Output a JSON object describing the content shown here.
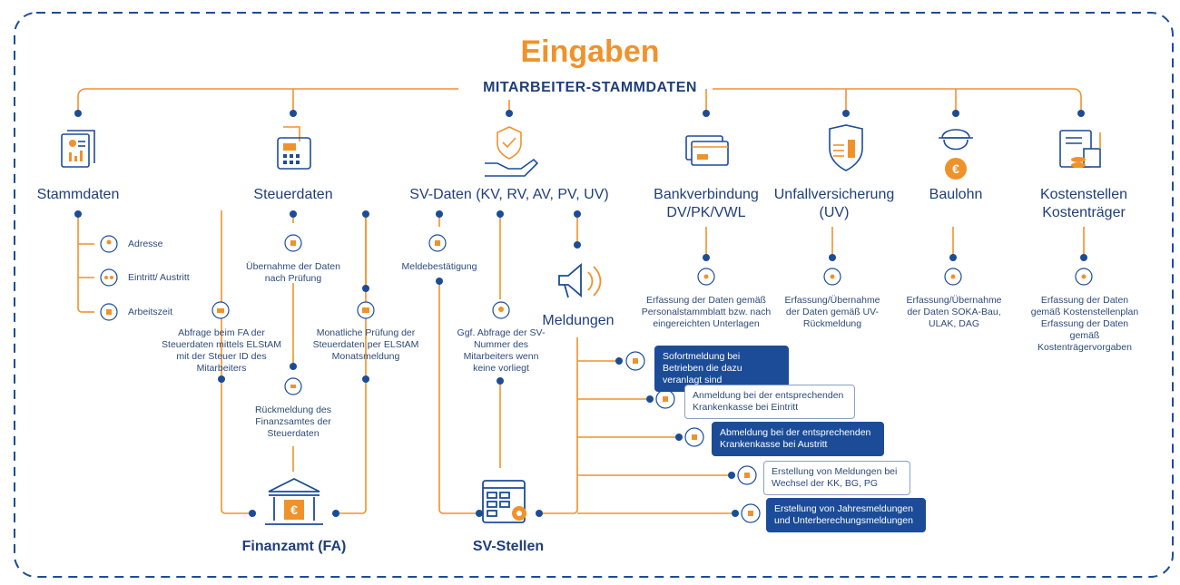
{
  "title": "Eingaben",
  "subtitle": "MITARBEITER-STAMMDATEN",
  "colors": {
    "orange": "#f0922b",
    "navy": "#1f3f7a",
    "box_fill": "#1c4c97"
  },
  "categories": [
    {
      "label": "Stammdaten",
      "icon": "document-person-icon"
    },
    {
      "label": "Steuerdaten",
      "icon": "calculator-receipt-icon"
    },
    {
      "label": "SV-Daten (KV, RV, AV, PV, UV)",
      "icon": "shield-hand-icon"
    },
    {
      "label": "Bankverbindung DV/PK/VWL",
      "icon": "bank-card-icon"
    },
    {
      "label": "Unfallversicherung (UV)",
      "icon": "accident-insurance-icon"
    },
    {
      "label": "Baulohn",
      "icon": "construction-worker-icon"
    },
    {
      "label": "Kostenstellen Kostenträger",
      "icon": "cost-center-icon"
    }
  ],
  "stammdaten_items": [
    "Adresse",
    "Eintritt/ Austritt",
    "Arbeitszeit"
  ],
  "steuer": {
    "abfrage": "Abfrage beim FA der Steuerdaten mittels ELStAM mit der Steuer ID des Mitarbeiters",
    "uebernahme": "Übernahme der Daten nach Prüfung",
    "rueckmeldung": "Rückmeldung des Finanzsamtes der Steuerdaten",
    "monatlich": "Monatliche Prüfung der Steuerdaten per ELStAM Monatsmeldung"
  },
  "sv": {
    "meldebestaetigung": "Meldebestätigung",
    "abfrage": "Ggf. Abfrage der SV-Nummer des Mitarbeiters wenn keine vorliegt"
  },
  "meldungen_label": "Meldungen",
  "erfassung": {
    "bank": "Erfassung der Daten gemäß Personalstammblatt bzw. nach eingereichten Unterlagen",
    "uv": "Erfassung/Übernahme der Daten gemäß UV-Rückmeldung",
    "baulohn": "Erfassung/Übernahme der Daten SOKA-Bau, ULAK, DAG",
    "kosten": "Erfassung der Daten gemäß Kostenstellenplan Erfassung der Daten gemäß Kostenträgervorgaben"
  },
  "meldungen_boxes": [
    "Sofortmeldung bei Betrieben die dazu veranlagt sind",
    "Anmeldung bei der entsprechenden Krankenkasse bei Eintritt",
    "Abmeldung bei der entsprechenden Krankenkasse bei Austritt",
    "Erstellung von Meldungen bei Wechsel der KK, BG, PG",
    "Erstellung von Jahresmeldungen und Unterberechungsmeldungen"
  ],
  "finanzamt_label": "Finanzamt (FA)",
  "sv_stellen_label": "SV-Stellen"
}
